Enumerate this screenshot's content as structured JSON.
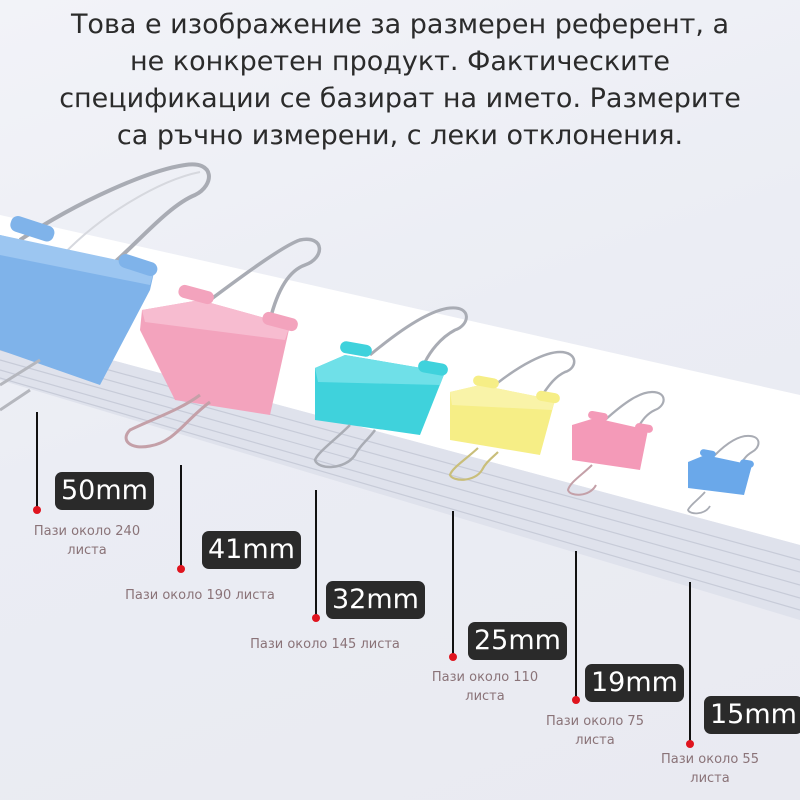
{
  "headline": {
    "lines": [
      "Това е изображение за размерен референт, а",
      "не конкретен продукт. Фактическите",
      "спецификации се базират на името. Размерите",
      "са ръчно измерени, с леки отклонения."
    ]
  },
  "clips": [
    {
      "size": "50mm",
      "caption_line1": "Пази около 240",
      "caption_line2": "листа",
      "color": "#7fb3ea"
    },
    {
      "size": "41mm",
      "caption_line1": "Пази около 190 листа",
      "caption_line2": "",
      "color": "#f3a3bd"
    },
    {
      "size": "32mm",
      "caption_line1": "Пази около 145 листа",
      "caption_line2": "",
      "color": "#3fd2dc"
    },
    {
      "size": "25mm",
      "caption_line1": "Пази около 110",
      "caption_line2": "листа",
      "color": "#f6ee86"
    },
    {
      "size": "19mm",
      "caption_line1": "Пази около 75",
      "caption_line2": "листа",
      "color": "#f49ab8"
    },
    {
      "size": "15mm",
      "caption_line1": "Пази около 55",
      "caption_line2": "листа",
      "color": "#6aa8ea"
    }
  ],
  "colors": {
    "badge_bg": "#2a2a2a",
    "dot": "#e0141e",
    "caption": "#8a7378"
  }
}
